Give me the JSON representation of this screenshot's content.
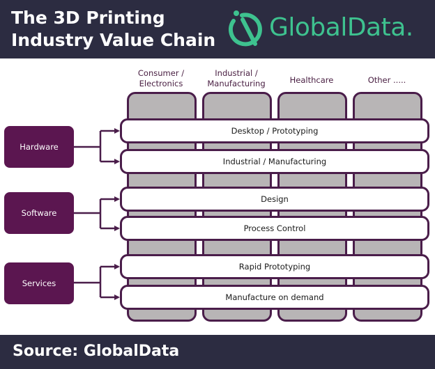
{
  "header": {
    "title_line1": "The 3D Printing",
    "title_line2": "Industry Value Chain",
    "brand": "GlobalData.",
    "brand_color": "#3ec28f"
  },
  "columns": [
    {
      "line1": "Consumer /",
      "line2": "Electronics"
    },
    {
      "line1": "Industrial /",
      "line2": "Manufacturing"
    },
    {
      "line1": "Healthcare",
      "line2": ""
    },
    {
      "line1": "Other .....",
      "line2": ""
    }
  ],
  "categories": [
    {
      "label": "Hardware",
      "rows": [
        "Desktop /  Prototyping",
        "Industrial /  Manufacturing"
      ]
    },
    {
      "label": "Software",
      "rows": [
        "Design",
        "Process Control"
      ]
    },
    {
      "label": "Services",
      "rows": [
        "Rapid Prototyping",
        "Manufacture on demand"
      ]
    }
  ],
  "footer": {
    "source": "Source: GlobalData"
  },
  "colors": {
    "header_bg": "#2c2c41",
    "category_fill": "#5b1650",
    "outline": "#4a1d4a",
    "column_fill": "#b8b5b6"
  }
}
